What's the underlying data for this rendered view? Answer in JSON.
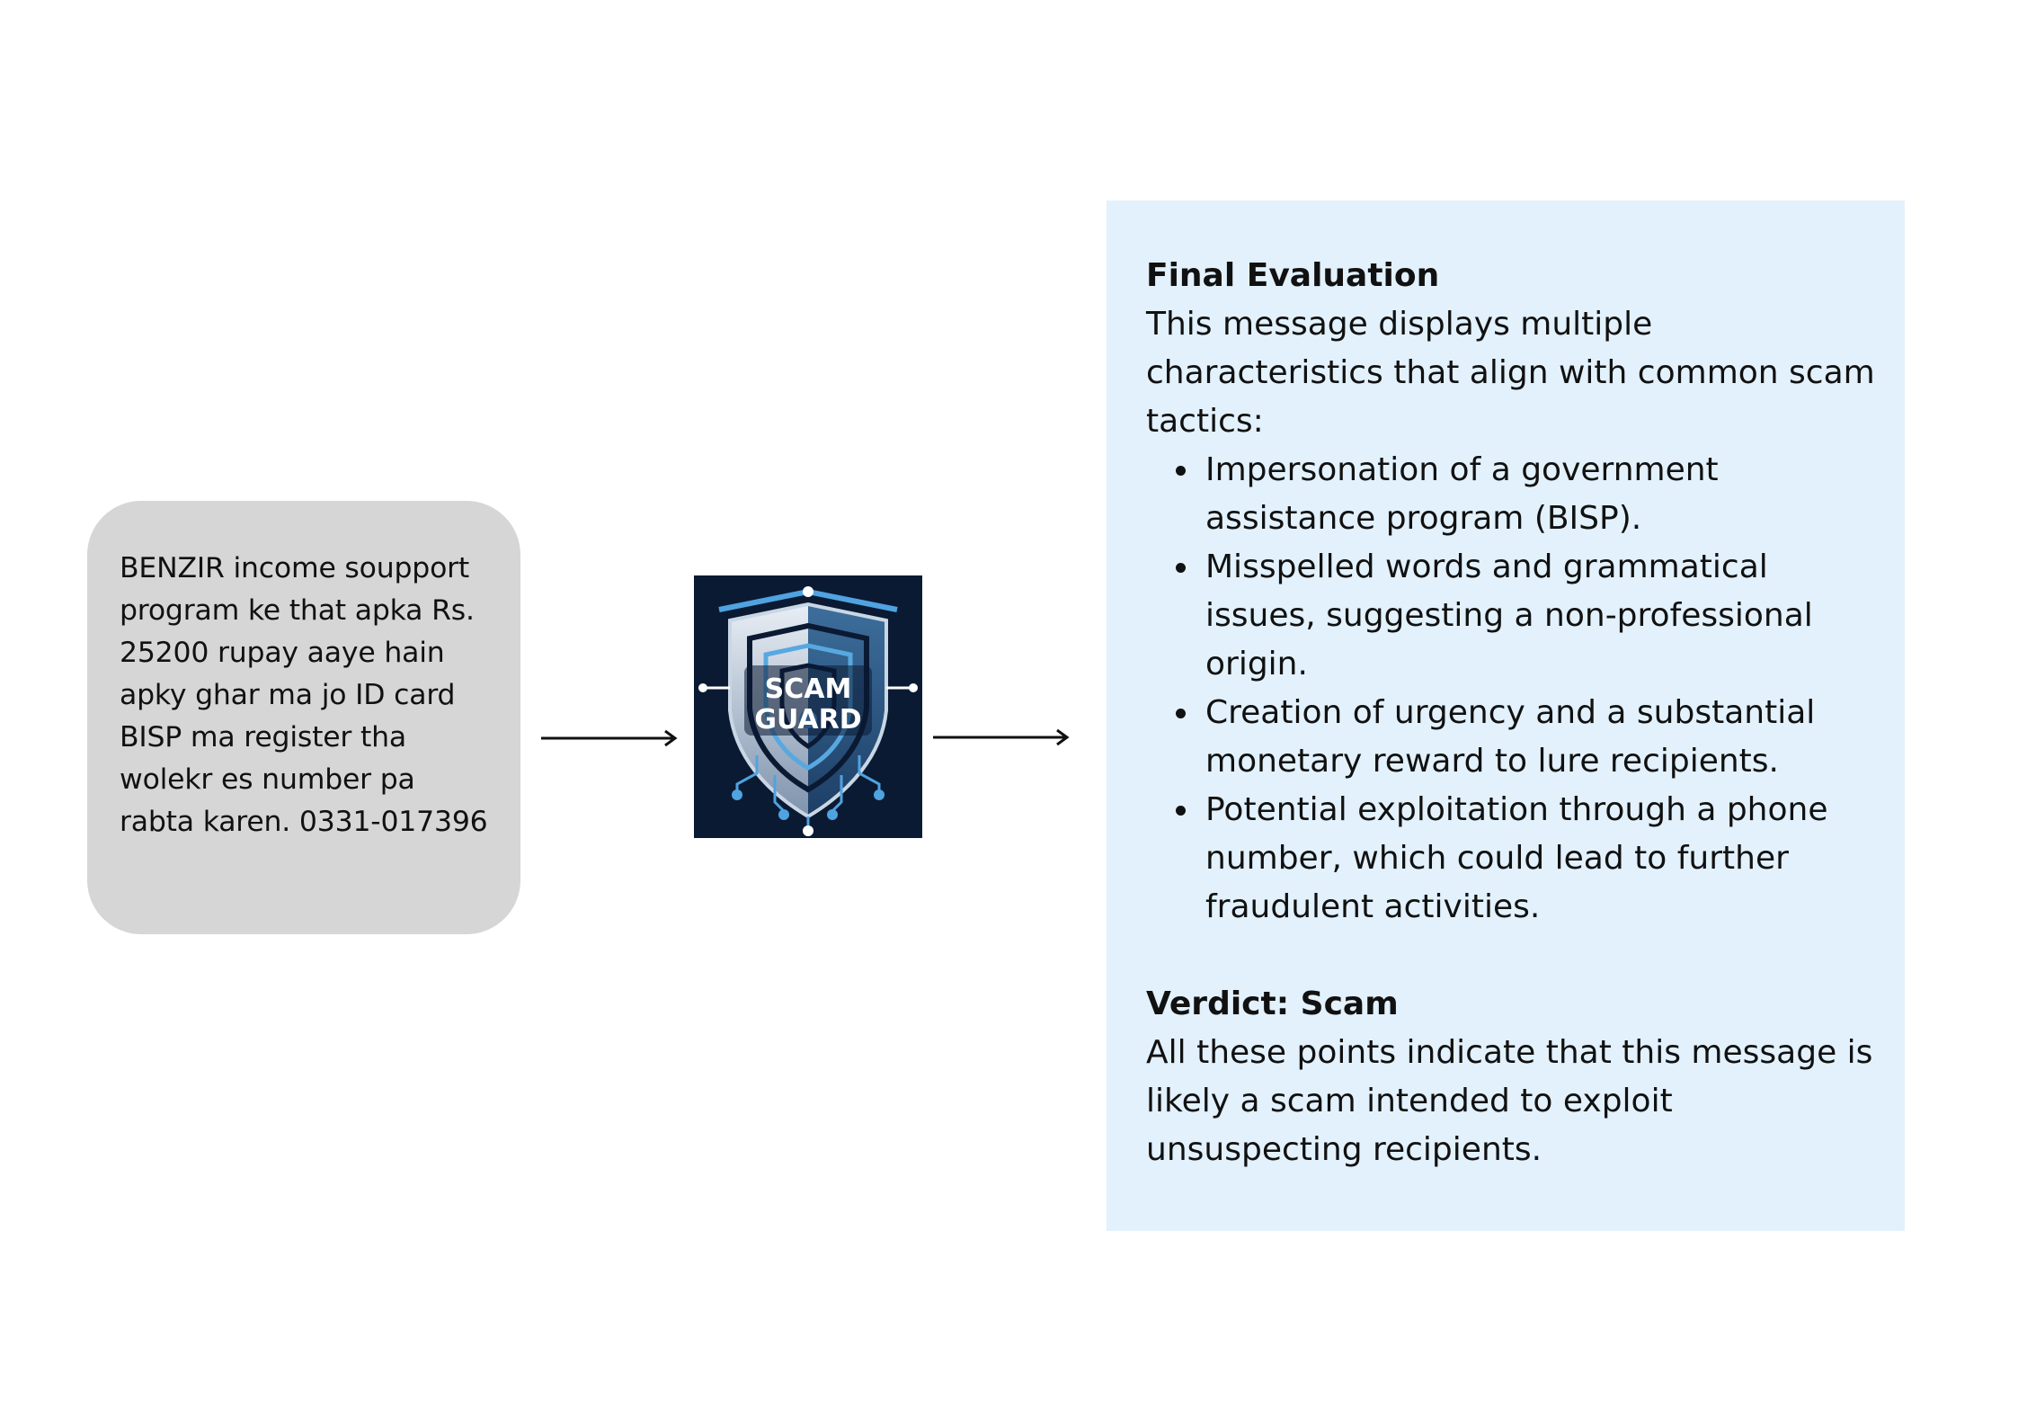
{
  "input_message": {
    "text": "BENZIR income soupport program ke that apka Rs. 25200 rupay aaye hain apky ghar ma jo ID card BISP ma register tha wolekr es number pa rabta karen. 0331-017396",
    "background_color": "#d6d6d6"
  },
  "logo": {
    "line1": "SCAM",
    "line2": "GUARD",
    "icon": "shield-icon",
    "background_color": "#0b1a33",
    "accent_color": "#4fa3e0"
  },
  "evaluation": {
    "heading": "Final Evaluation",
    "intro": "This message displays multiple characteristics that align with common scam tactics:",
    "points": [
      "Impersonation of a government assistance program (BISP).",
      "Misspelled words and grammatical issues, suggesting a non-professional origin.",
      "Creation of urgency and a substantial monetary reward to lure recipients.",
      "Potential exploitation through a phone number, which could lead to further fraudulent activities."
    ],
    "verdict_heading": "Verdict: Scam",
    "verdict_text": "All these points indicate that this message is likely a scam intended to exploit unsuspecting recipients.",
    "background_color": "#e2f1fc"
  }
}
